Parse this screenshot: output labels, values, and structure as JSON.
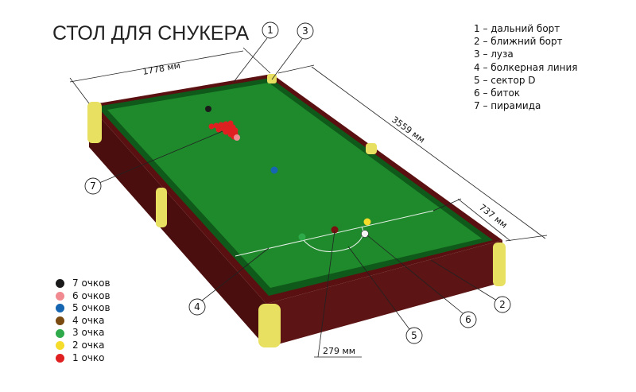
{
  "title": "СТОЛ ДЛЯ СНУКЕРА",
  "legend": [
    "1 – дальний борт",
    "2 – ближний борт",
    "3 – луза",
    "4 – болкерная линия",
    "5 – сектор D",
    "6 – биток",
    "7 – пирамида"
  ],
  "points": [
    {
      "label": "7 очков",
      "color": "#1a1a1a"
    },
    {
      "label": "6 очков",
      "color": "#f08a90"
    },
    {
      "label": "5 очков",
      "color": "#1565b0"
    },
    {
      "label": "4 очка",
      "color": "#7a4a10"
    },
    {
      "label": "3 очка",
      "color": "#2eaa4a"
    },
    {
      "label": "2 очка",
      "color": "#f5dc2a"
    },
    {
      "label": "1 очко",
      "color": "#e02020"
    }
  ],
  "dimensions": {
    "width": "1778 мм",
    "length": "3559 мм",
    "baulk": "737 мм",
    "d_radius": "279 мм"
  },
  "markers": [
    "1",
    "2",
    "3",
    "4",
    "5",
    "6",
    "7"
  ],
  "colors": {
    "felt": "#1f8a2c",
    "cushion": "#0f5a1a",
    "wood": "#5a1212",
    "pocket": "#e8e060"
  }
}
